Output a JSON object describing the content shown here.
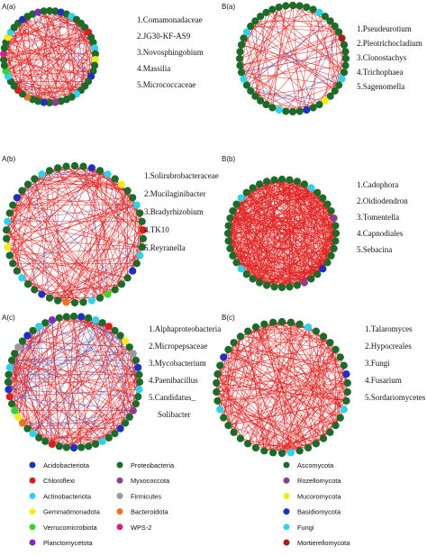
{
  "colors": {
    "edge_positive": "#e0201f",
    "edge_negative": "#4a5fcf",
    "Acidobacteriota": "#1f2fbf",
    "Chloroflexi": "#d81e1e",
    "Actinobacteriota": "#2fd3e8",
    "Gemmatimonadota": "#f0ee1a",
    "Verrucomicrobiota": "#35d62e",
    "Planctomycetota": "#7b2cbf",
    "Proteobacteria": "#1c6b2a",
    "Myxococcota": "#8a3f8f",
    "Firmicutes": "#9a9a9a",
    "Bacteroidota": "#e8742a",
    "WPS-2": "#d6237d",
    "Ascomycota": "#1c6b2a",
    "Rozellomycota": "#8a3f8f",
    "Mucoromycota": "#f0ee1a",
    "Basidiomycota": "#1f2fbf",
    "Fungi": "#2fd3e8",
    "Mortierellomycota": "#a3201c"
  },
  "panels": [
    {
      "id": "A(a)",
      "label": "A(a)",
      "items": [
        "1.Comamonadaceae",
        "2.JG30-KF-AS9",
        "3.Novosphingobium",
        "4.Massilia",
        "5.Micrococcaceae"
      ],
      "node_count": 50,
      "edge_count": 190,
      "negative_fraction": 0.06,
      "node_colors": [
        "Proteobacteria",
        "Proteobacteria",
        "Acidobacteriota",
        "Proteobacteria",
        "Actinobacteriota",
        "Proteobacteria",
        "Proteobacteria",
        "Proteobacteria",
        "Chloroflexi",
        "Proteobacteria",
        "Proteobacteria",
        "Actinobacteriota",
        "Proteobacteria",
        "Gemmatimonadota",
        "Proteobacteria",
        "Proteobacteria",
        "Acidobacteriota",
        "Proteobacteria",
        "Proteobacteria",
        "Proteobacteria",
        "Actinobacteriota",
        "Proteobacteria",
        "Proteobacteria",
        "Proteobacteria",
        "Myxococcota",
        "Proteobacteria",
        "Acidobacteriota",
        "Proteobacteria",
        "Proteobacteria",
        "Bacteroidota",
        "Proteobacteria",
        "Chloroflexi",
        "Proteobacteria",
        "Proteobacteria",
        "Actinobacteriota",
        "Verrucomicrobiota",
        "Proteobacteria",
        "Proteobacteria",
        "WPS-2",
        "Proteobacteria",
        "Proteobacteria",
        "Gemmatimonadota",
        "Actinobacteriota",
        "Proteobacteria",
        "Proteobacteria",
        "Acidobacteriota",
        "Proteobacteria",
        "Proteobacteria",
        "Planctomycetota",
        "Proteobacteria"
      ]
    },
    {
      "id": "B(a)",
      "label": "B(a)",
      "items": [
        "1.Pseudeurotium",
        "2.Pleotrichocladium",
        "3.Clonostachys",
        "4.Trichophaea",
        "5.Sagenomella"
      ],
      "node_count": 48,
      "edge_count": 110,
      "negative_fraction": 0.05,
      "node_colors": [
        "Ascomycota",
        "Ascomycota",
        "Ascomycota",
        "Ascomycota",
        "Fungi",
        "Ascomycota",
        "Ascomycota",
        "Ascomycota",
        "Ascomycota",
        "Mortierellomycota",
        "Ascomycota",
        "Ascomycota",
        "Ascomycota",
        "Ascomycota",
        "Ascomycota",
        "Fungi",
        "Ascomycota",
        "Ascomycota",
        "Ascomycota",
        "Mucoromycota",
        "Ascomycota",
        "Ascomycota",
        "Basidiomycota",
        "Ascomycota",
        "Ascomycota",
        "Ascomycota",
        "Fungi",
        "Ascomycota",
        "Ascomycota",
        "Ascomycota",
        "Ascomycota",
        "Ascomycota",
        "Ascomycota",
        "Fungi",
        "Ascomycota",
        "Ascomycota",
        "Ascomycota",
        "Ascomycota",
        "Ascomycota",
        "Ascomycota",
        "Fungi",
        "Ascomycota",
        "Ascomycota",
        "Ascomycota",
        "Ascomycota",
        "Ascomycota",
        "Ascomycota",
        "Ascomycota"
      ]
    },
    {
      "id": "A(b)",
      "label": "A(b)",
      "items": [
        "1.Solirubrobacteraceae",
        "2.Mucilaginibacter",
        "3.Bradyrhizobium",
        "4.TK10",
        "5.Reyranella"
      ],
      "node_count": 50,
      "edge_count": 240,
      "negative_fraction": 0.04,
      "node_colors": [
        "Proteobacteria",
        "Proteobacteria",
        "Acidobacteriota",
        "Proteobacteria",
        "Actinobacteriota",
        "Proteobacteria",
        "Gemmatimonadota",
        "Proteobacteria",
        "Proteobacteria",
        "Actinobacteriota",
        "Proteobacteria",
        "Proteobacteria",
        "Chloroflexi",
        "Proteobacteria",
        "Proteobacteria",
        "Actinobacteriota",
        "Proteobacteria",
        "Acidobacteriota",
        "Proteobacteria",
        "Proteobacteria",
        "Proteobacteria",
        "Verrucomicrobiota",
        "Proteobacteria",
        "Actinobacteriota",
        "Proteobacteria",
        "Proteobacteria",
        "Bacteroidota",
        "Proteobacteria",
        "Proteobacteria",
        "Acidobacteriota",
        "Proteobacteria",
        "Proteobacteria",
        "Actinobacteriota",
        "Proteobacteria",
        "Proteobacteria",
        "Proteobacteria",
        "Gemmatimonadota",
        "Proteobacteria",
        "Proteobacteria",
        "Actinobacteriota",
        "Proteobacteria",
        "Proteobacteria",
        "Acidobacteriota",
        "Proteobacteria",
        "Proteobacteria",
        "Proteobacteria",
        "Actinobacteriota",
        "Proteobacteria",
        "Proteobacteria",
        "Proteobacteria"
      ]
    },
    {
      "id": "B(b)",
      "label": "B(b)",
      "items": [
        "1.Cadophora",
        "2.Oidiodendron",
        "3.Tomentella",
        "4.Capnodiales",
        "5.Sebacina"
      ],
      "node_count": 44,
      "edge_count": 520,
      "negative_fraction": 0.0,
      "node_colors": [
        "Ascomycota",
        "Ascomycota",
        "Ascomycota",
        "Ascomycota",
        "Fungi",
        "Ascomycota",
        "Ascomycota",
        "Ascomycota",
        "Ascomycota",
        "Rozellomycota",
        "Ascomycota",
        "Ascomycota",
        "Ascomycota",
        "Ascomycota",
        "Ascomycota",
        "Ascomycota",
        "Basidiomycota",
        "Ascomycota",
        "Ascomycota",
        "Rozellomycota",
        "Ascomycota",
        "Ascomycota",
        "Ascomycota",
        "Ascomycota",
        "Ascomycota",
        "Ascomycota",
        "Ascomycota",
        "Ascomycota",
        "Fungi",
        "Ascomycota",
        "Ascomycota",
        "Ascomycota",
        "Ascomycota",
        "Ascomycota",
        "Ascomycota",
        "Ascomycota",
        "Ascomycota",
        "Ascomycota",
        "Fungi",
        "Ascomycota",
        "Ascomycota",
        "Ascomycota",
        "Ascomycota",
        "Ascomycota"
      ]
    },
    {
      "id": "A(c)",
      "label": "A(c)",
      "items": [
        "1.Alphaproteobacteria",
        "2.Micropepsaceae",
        "3.Mycobacterium",
        "4.Paenibacillus",
        "5.Candidatus_",
        "Solibacter"
      ],
      "node_count": 56,
      "edge_count": 230,
      "negative_fraction": 0.2,
      "node_colors": [
        "Proteobacteria",
        "Acidobacteriota",
        "Proteobacteria",
        "Actinobacteriota",
        "Proteobacteria",
        "Chloroflexi",
        "Proteobacteria",
        "Proteobacteria",
        "Gemmatimonadota",
        "Proteobacteria",
        "Firmicutes",
        "Proteobacteria",
        "Acidobacteriota",
        "Proteobacteria",
        "Proteobacteria",
        "Actinobacteriota",
        "Proteobacteria",
        "Proteobacteria",
        "Myxococcota",
        "Proteobacteria",
        "Proteobacteria",
        "Acidobacteriota",
        "Proteobacteria",
        "Proteobacteria",
        "Actinobacteriota",
        "Proteobacteria",
        "Proteobacteria",
        "Proteobacteria",
        "Acidobacteriota",
        "Proteobacteria",
        "Proteobacteria",
        "Chloroflexi",
        "Proteobacteria",
        "Proteobacteria",
        "Actinobacteriota",
        "Proteobacteria",
        "Bacteroidota",
        "Gemmatimonadota",
        "Verrucomicrobiota",
        "Proteobacteria",
        "Chloroflexi",
        "Acidobacteriota",
        "Proteobacteria",
        "Proteobacteria",
        "Actinobacteriota",
        "Proteobacteria",
        "Proteobacteria",
        "Firmicutes",
        "Proteobacteria",
        "Acidobacteriota",
        "Proteobacteria",
        "Actinobacteriota",
        "Proteobacteria",
        "Planctomycetota",
        "Proteobacteria",
        "Proteobacteria"
      ]
    },
    {
      "id": "B(c)",
      "label": "B(c)",
      "items": [
        "1.Talaromyces",
        "2.Hypocreales",
        "3.Fungi",
        "4.Fusarium",
        "5.Sordariomycetes"
      ],
      "node_count": 46,
      "edge_count": 260,
      "negative_fraction": 0.0,
      "node_colors": [
        "Ascomycota",
        "Ascomycota",
        "Ascomycota",
        "Fungi",
        "Ascomycota",
        "Ascomycota",
        "Ascomycota",
        "Ascomycota",
        "Ascomycota",
        "Ascomycota",
        "Basidiomycota",
        "Ascomycota",
        "Ascomycota",
        "Ascomycota",
        "Fungi",
        "Ascomycota",
        "Ascomycota",
        "Ascomycota",
        "Ascomycota",
        "Ascomycota",
        "Ascomycota",
        "Ascomycota",
        "Fungi",
        "Ascomycota",
        "Ascomycota",
        "Ascomycota",
        "Ascomycota",
        "Ascomycota",
        "Ascomycota",
        "Ascomycota",
        "Ascomycota",
        "Ascomycota",
        "Fungi",
        "Ascomycota",
        "Ascomycota",
        "Ascomycota",
        "Ascomycota",
        "Ascomycota",
        "Basidiomycota",
        "Ascomycota",
        "Ascomycota",
        "Ascomycota",
        "Ascomycota",
        "Ascomycota",
        "Ascomycota",
        "Ascomycota"
      ]
    }
  ],
  "legend": {
    "bacteria_col1": [
      "Acidobacteriota",
      "Chloroflexi",
      "Actinobacteriota",
      "Gemmatimonadota",
      "Verrucomicrobiota",
      "Planctomycetota"
    ],
    "bacteria_col2": [
      "Proteobacteria",
      "Myxococcota",
      "Firmicutes",
      "Bacteroidota",
      "WPS-2"
    ],
    "fungi_col": [
      "Ascomycota",
      "Rozellomycota",
      "Mucoromycota",
      "Basidiomycota",
      "Fungi",
      "Mortierellomycota"
    ]
  }
}
